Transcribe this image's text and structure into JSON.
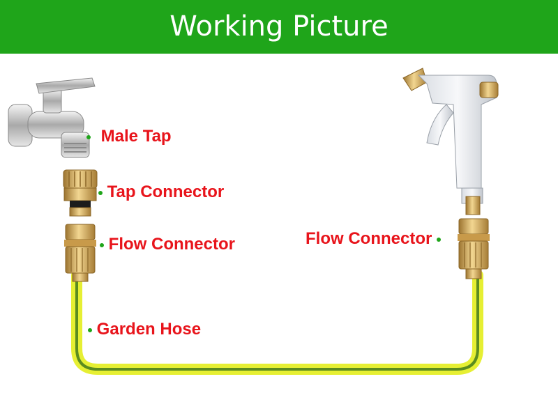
{
  "banner": {
    "title": "Working Picture",
    "color": "#1fa51a"
  },
  "labels": {
    "male_tap": "Male Tap",
    "tap_connector": "Tap Connector",
    "flow_connector_left": "Flow Connector",
    "flow_connector_right": "Flow Connector",
    "garden_hose": "Garden Hose"
  },
  "colors": {
    "label_text": "#e8141b",
    "bullet": "#1fa51a",
    "hose_yellow": "#e6ef33",
    "hose_green": "#5b8c1f",
    "brass": "#d7b05a"
  },
  "icons": [
    "tap-icon",
    "tap-connector-icon",
    "flow-connector-icon",
    "spray-gun-icon",
    "garden-hose-icon"
  ]
}
